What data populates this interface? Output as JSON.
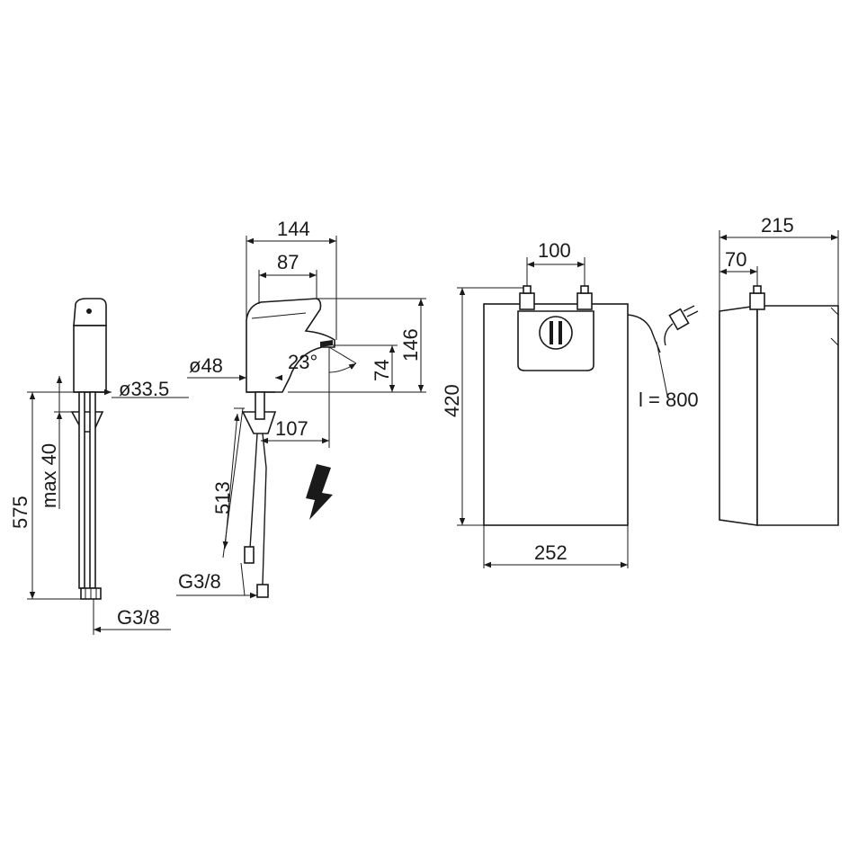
{
  "faucet_front": {
    "diameter": "ø33.5",
    "max_height": "max 40",
    "total_height": "575",
    "thread": "G3/8"
  },
  "faucet_side": {
    "width_total": "144",
    "width_lever": "87",
    "base_diameter": "ø48",
    "angle": "23°",
    "height_spout": "74",
    "height_total": "146",
    "spout_reach": "107",
    "hose_length": "513",
    "thread": "G3/8"
  },
  "heater_front": {
    "connection_spacing": "100",
    "height": "420",
    "cable_length": "l = 800",
    "width": "252"
  },
  "heater_side": {
    "depth": "215",
    "connection_offset": "70"
  }
}
